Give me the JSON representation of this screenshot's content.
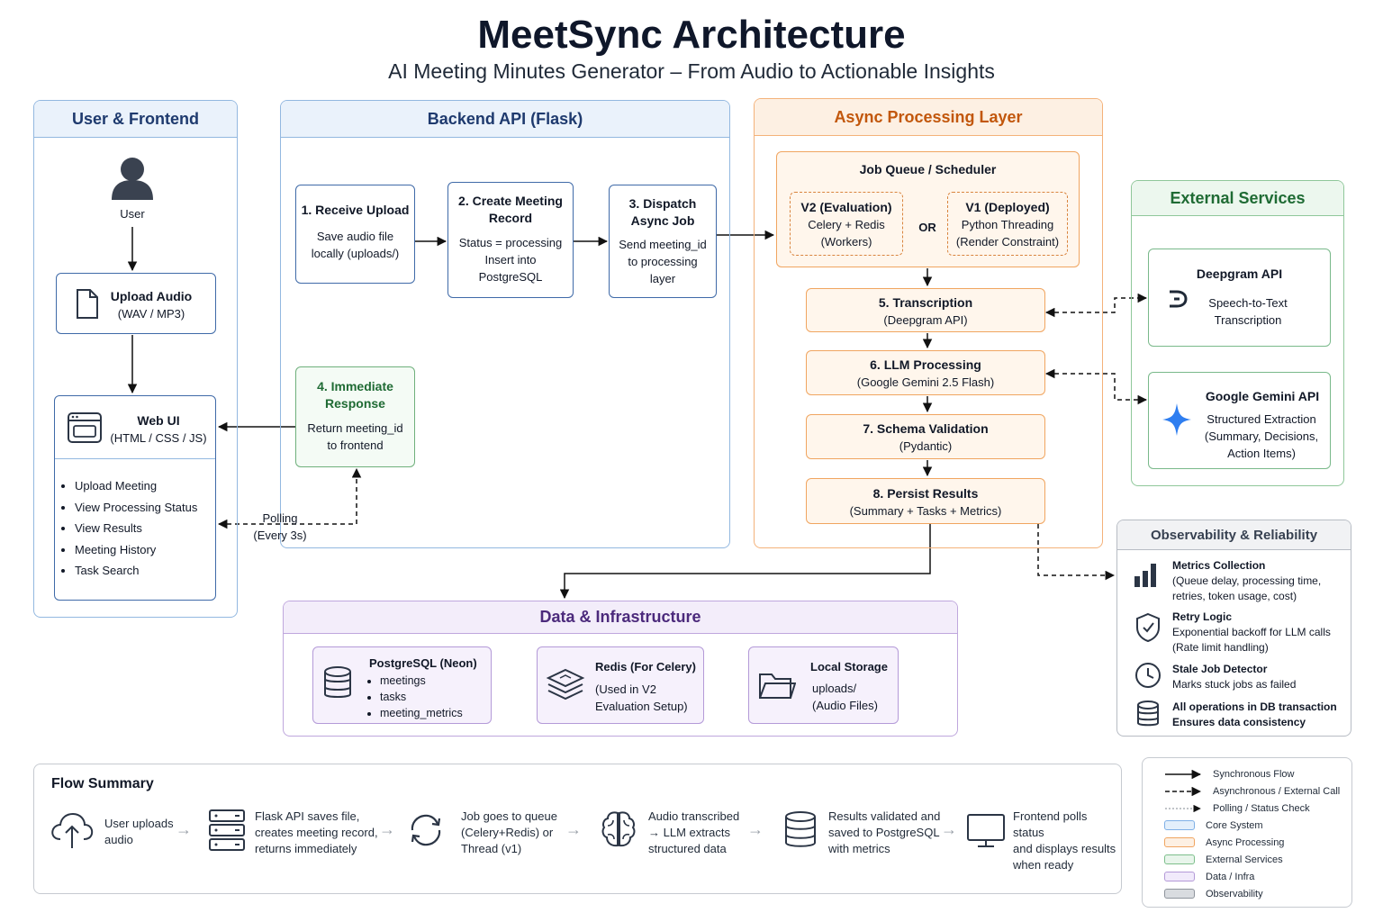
{
  "header": {
    "title": "MeetSync Architecture",
    "subtitle": "AI Meeting Minutes Generator – From Audio to Actionable Insights"
  },
  "frontend": {
    "title": "User & Frontend",
    "user_label": "User",
    "upload": {
      "title": "Upload Audio",
      "sub": "(WAV / MP3)"
    },
    "webui": {
      "title": "Web UI",
      "sub": "(HTML / CSS / JS)",
      "items": [
        "Upload Meeting",
        "View Processing Status",
        "View Results",
        "Meeting History",
        "Task Search"
      ]
    }
  },
  "backend": {
    "title": "Backend API (Flask)",
    "step1": {
      "title": "1. Receive Upload",
      "body": [
        "Save audio file",
        "locally (uploads/)"
      ]
    },
    "step2": {
      "title": [
        "2. Create Meeting",
        "Record"
      ],
      "body": [
        "Status = processing",
        "Insert into",
        "PostgreSQL"
      ]
    },
    "step3": {
      "title": [
        "3. Dispatch",
        "Async Job"
      ],
      "body": [
        "Send meeting_id",
        "to processing",
        "layer"
      ]
    },
    "step4": {
      "title": [
        "4. Immediate",
        "Response"
      ],
      "body": [
        "Return meeting_id",
        "to frontend"
      ]
    },
    "polling": {
      "label": "Polling",
      "sub": "(Every 3s)"
    }
  },
  "async": {
    "title": "Async Processing Layer",
    "queue": {
      "title": "Job Queue / Scheduler",
      "v2": [
        "V2 (Evaluation)",
        "Celery + Redis",
        "(Workers)"
      ],
      "or": "OR",
      "v1": [
        "V1 (Deployed)",
        "Python Threading",
        "(Render Constraint)"
      ]
    },
    "step5": [
      "5. Transcription",
      "(Deepgram API)"
    ],
    "step6": [
      "6. LLM Processing",
      "(Google Gemini 2.5 Flash)"
    ],
    "step7": [
      "7. Schema Validation",
      "(Pydantic)"
    ],
    "step8": [
      "8. Persist Results",
      "(Summary + Tasks + Metrics)"
    ]
  },
  "external": {
    "title": "External Services",
    "deepgram": {
      "title": "Deepgram API",
      "body": [
        "Speech-to-Text",
        "Transcription"
      ]
    },
    "gemini": {
      "title": "Google Gemini API",
      "body": [
        "Structured Extraction",
        "(Summary, Decisions,",
        "Action Items)"
      ]
    }
  },
  "data": {
    "title": "Data & Infrastructure",
    "postgres": {
      "title": "PostgreSQL (Neon)",
      "items": [
        "meetings",
        "tasks",
        "meeting_metrics"
      ]
    },
    "redis": {
      "title": "Redis (For Celery)",
      "body": [
        "(Used in V2",
        "Evaluation Setup)"
      ]
    },
    "storage": {
      "title": "Local Storage",
      "body": [
        "uploads/",
        "(Audio Files)"
      ]
    }
  },
  "observability": {
    "title": "Observability & Reliability",
    "items": [
      {
        "title": "Metrics Collection",
        "body": [
          "(Queue delay, processing time,",
          "retries, token usage, cost)"
        ]
      },
      {
        "title": "Retry Logic",
        "body": [
          "Exponential backoff for LLM calls",
          "(Rate limit handling)"
        ]
      },
      {
        "title": "Stale Job Detector",
        "body": [
          "Marks stuck jobs as failed"
        ]
      },
      {
        "title": "All operations in DB transaction",
        "body": [
          "Ensures data consistency"
        ]
      }
    ]
  },
  "flow": {
    "title": "Flow Summary",
    "steps": [
      [
        "User uploads",
        "audio"
      ],
      [
        "Flask API saves file,",
        "creates meeting record,",
        "returns immediately"
      ],
      [
        "Job goes to queue",
        "(Celery+Redis) or",
        "Thread (v1)"
      ],
      [
        "Audio transcribed",
        "→ LLM extracts",
        "structured data"
      ],
      [
        "Results validated and",
        "saved to PostgreSQL",
        "with metrics"
      ],
      [
        "Frontend polls status",
        "and displays results",
        "when ready"
      ]
    ]
  },
  "legend": {
    "lines": [
      "Synchronous Flow",
      "Asynchronous / External Call",
      "Polling / Status Check"
    ],
    "swatches": [
      {
        "label": "Core System",
        "color": "#7fb0e6",
        "fill": "#e3effb"
      },
      {
        "label": "Async Processing",
        "color": "#f0a560",
        "fill": "#fdf0e3"
      },
      {
        "label": "External Services",
        "color": "#7dbf8b",
        "fill": "#e8f5eb"
      },
      {
        "label": "Data / Infra",
        "color": "#b49ad8",
        "fill": "#f1eafb"
      },
      {
        "label": "Observability",
        "color": "#8e949c",
        "fill": "#d9dce0"
      }
    ]
  }
}
